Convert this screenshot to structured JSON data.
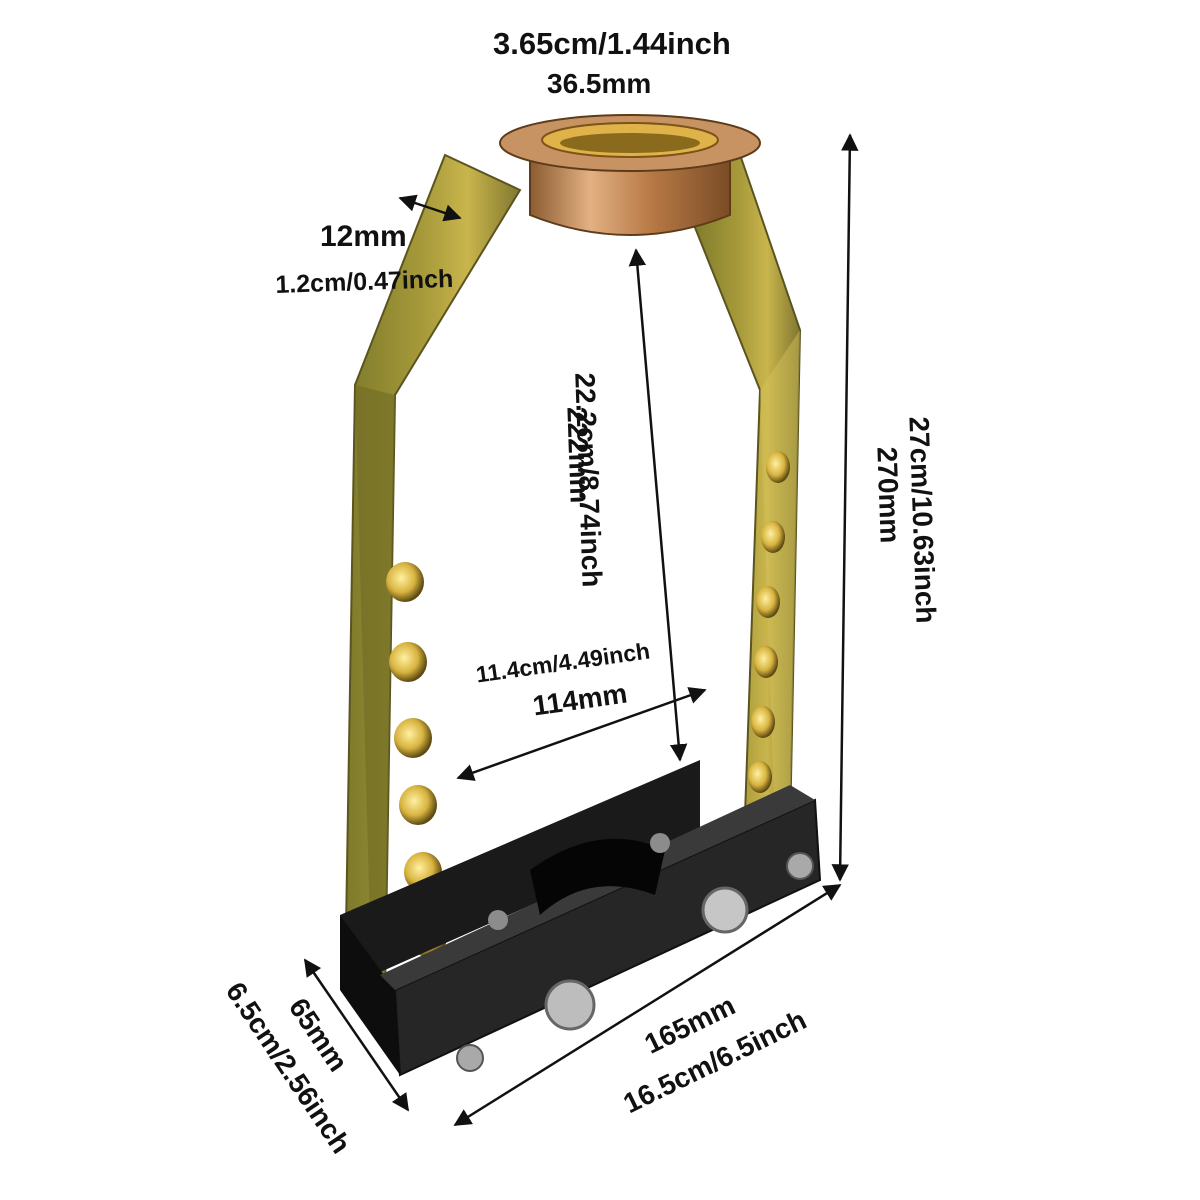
{
  "image": {
    "subject": "tool",
    "colors": {
      "frame": "#8f8a2e",
      "frame_highlight": "#c8b94a",
      "collar": "#c08a55",
      "base": "#1b1b1b",
      "bolt": "#b9b9b9",
      "dimension_line": "#111111"
    }
  },
  "dimensions": {
    "collar": {
      "primary": "3.65cm/1.44inch",
      "secondary": "36.5mm"
    },
    "thickness": {
      "primary": "12mm",
      "secondary": "1.2cm/0.47inch"
    },
    "inner_height": {
      "primary": "222mm",
      "secondary": "22.2cm/8.74inch"
    },
    "total_height": {
      "primary": "27cm/10.63inch",
      "secondary": "270mm"
    },
    "inner_width": {
      "primary": "11.4cm/4.49inch",
      "secondary": "114mm"
    },
    "base_length": {
      "primary": "165mm",
      "secondary": "16.5cm/6.5inch"
    },
    "base_width": {
      "primary": "65mm",
      "secondary": "6.5cm/2.56inch"
    }
  }
}
